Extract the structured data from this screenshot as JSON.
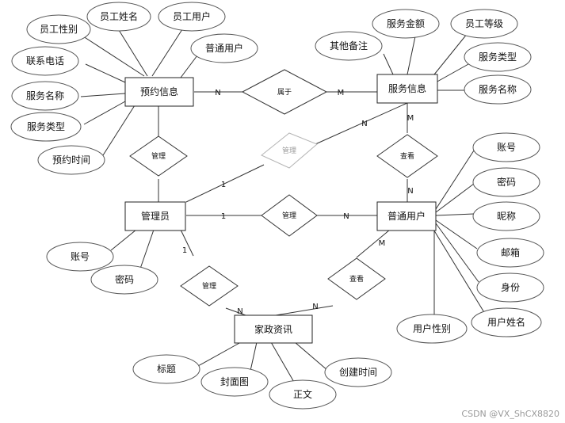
{
  "entities": {
    "reservation": "预约信息",
    "service": "服务信息",
    "admin": "管理员",
    "user": "普通用户",
    "news": "家政资讯"
  },
  "attributes": {
    "reservation": [
      "员工性别",
      "员工姓名",
      "员工用户",
      "普通用户",
      "联系电话",
      "服务名称",
      "服务类型",
      "预约时间"
    ],
    "service": [
      "其他备注",
      "服务金额",
      "员工等级",
      "服务类型",
      "服务名称"
    ],
    "user": [
      "账号",
      "密码",
      "昵称",
      "邮箱",
      "身份",
      "用户姓名",
      "用户性别"
    ],
    "admin": [
      "账号",
      "密码"
    ],
    "news": [
      "标题",
      "封面图",
      "正文",
      "创建时间"
    ]
  },
  "relationships": {
    "belongs": "属于",
    "manage_reservation": "管理",
    "manage_service": "管理",
    "manage_user": "管理",
    "manage_news": "管理",
    "view_service": "查看",
    "view_news": "查看"
  },
  "cardinalities": {
    "res_belongs": "N",
    "belongs_service": "M",
    "service_view": "M",
    "view_user": "N",
    "admin_manage_service": "1",
    "manage_service_n": "N",
    "admin_manage_user": "1",
    "manage_user_n": "N",
    "admin_manage_news": "1",
    "manage_news_n": "N",
    "user_view_news": "M",
    "view_news_n": "N"
  },
  "watermark": "CSDN @VX_ShCX8820"
}
